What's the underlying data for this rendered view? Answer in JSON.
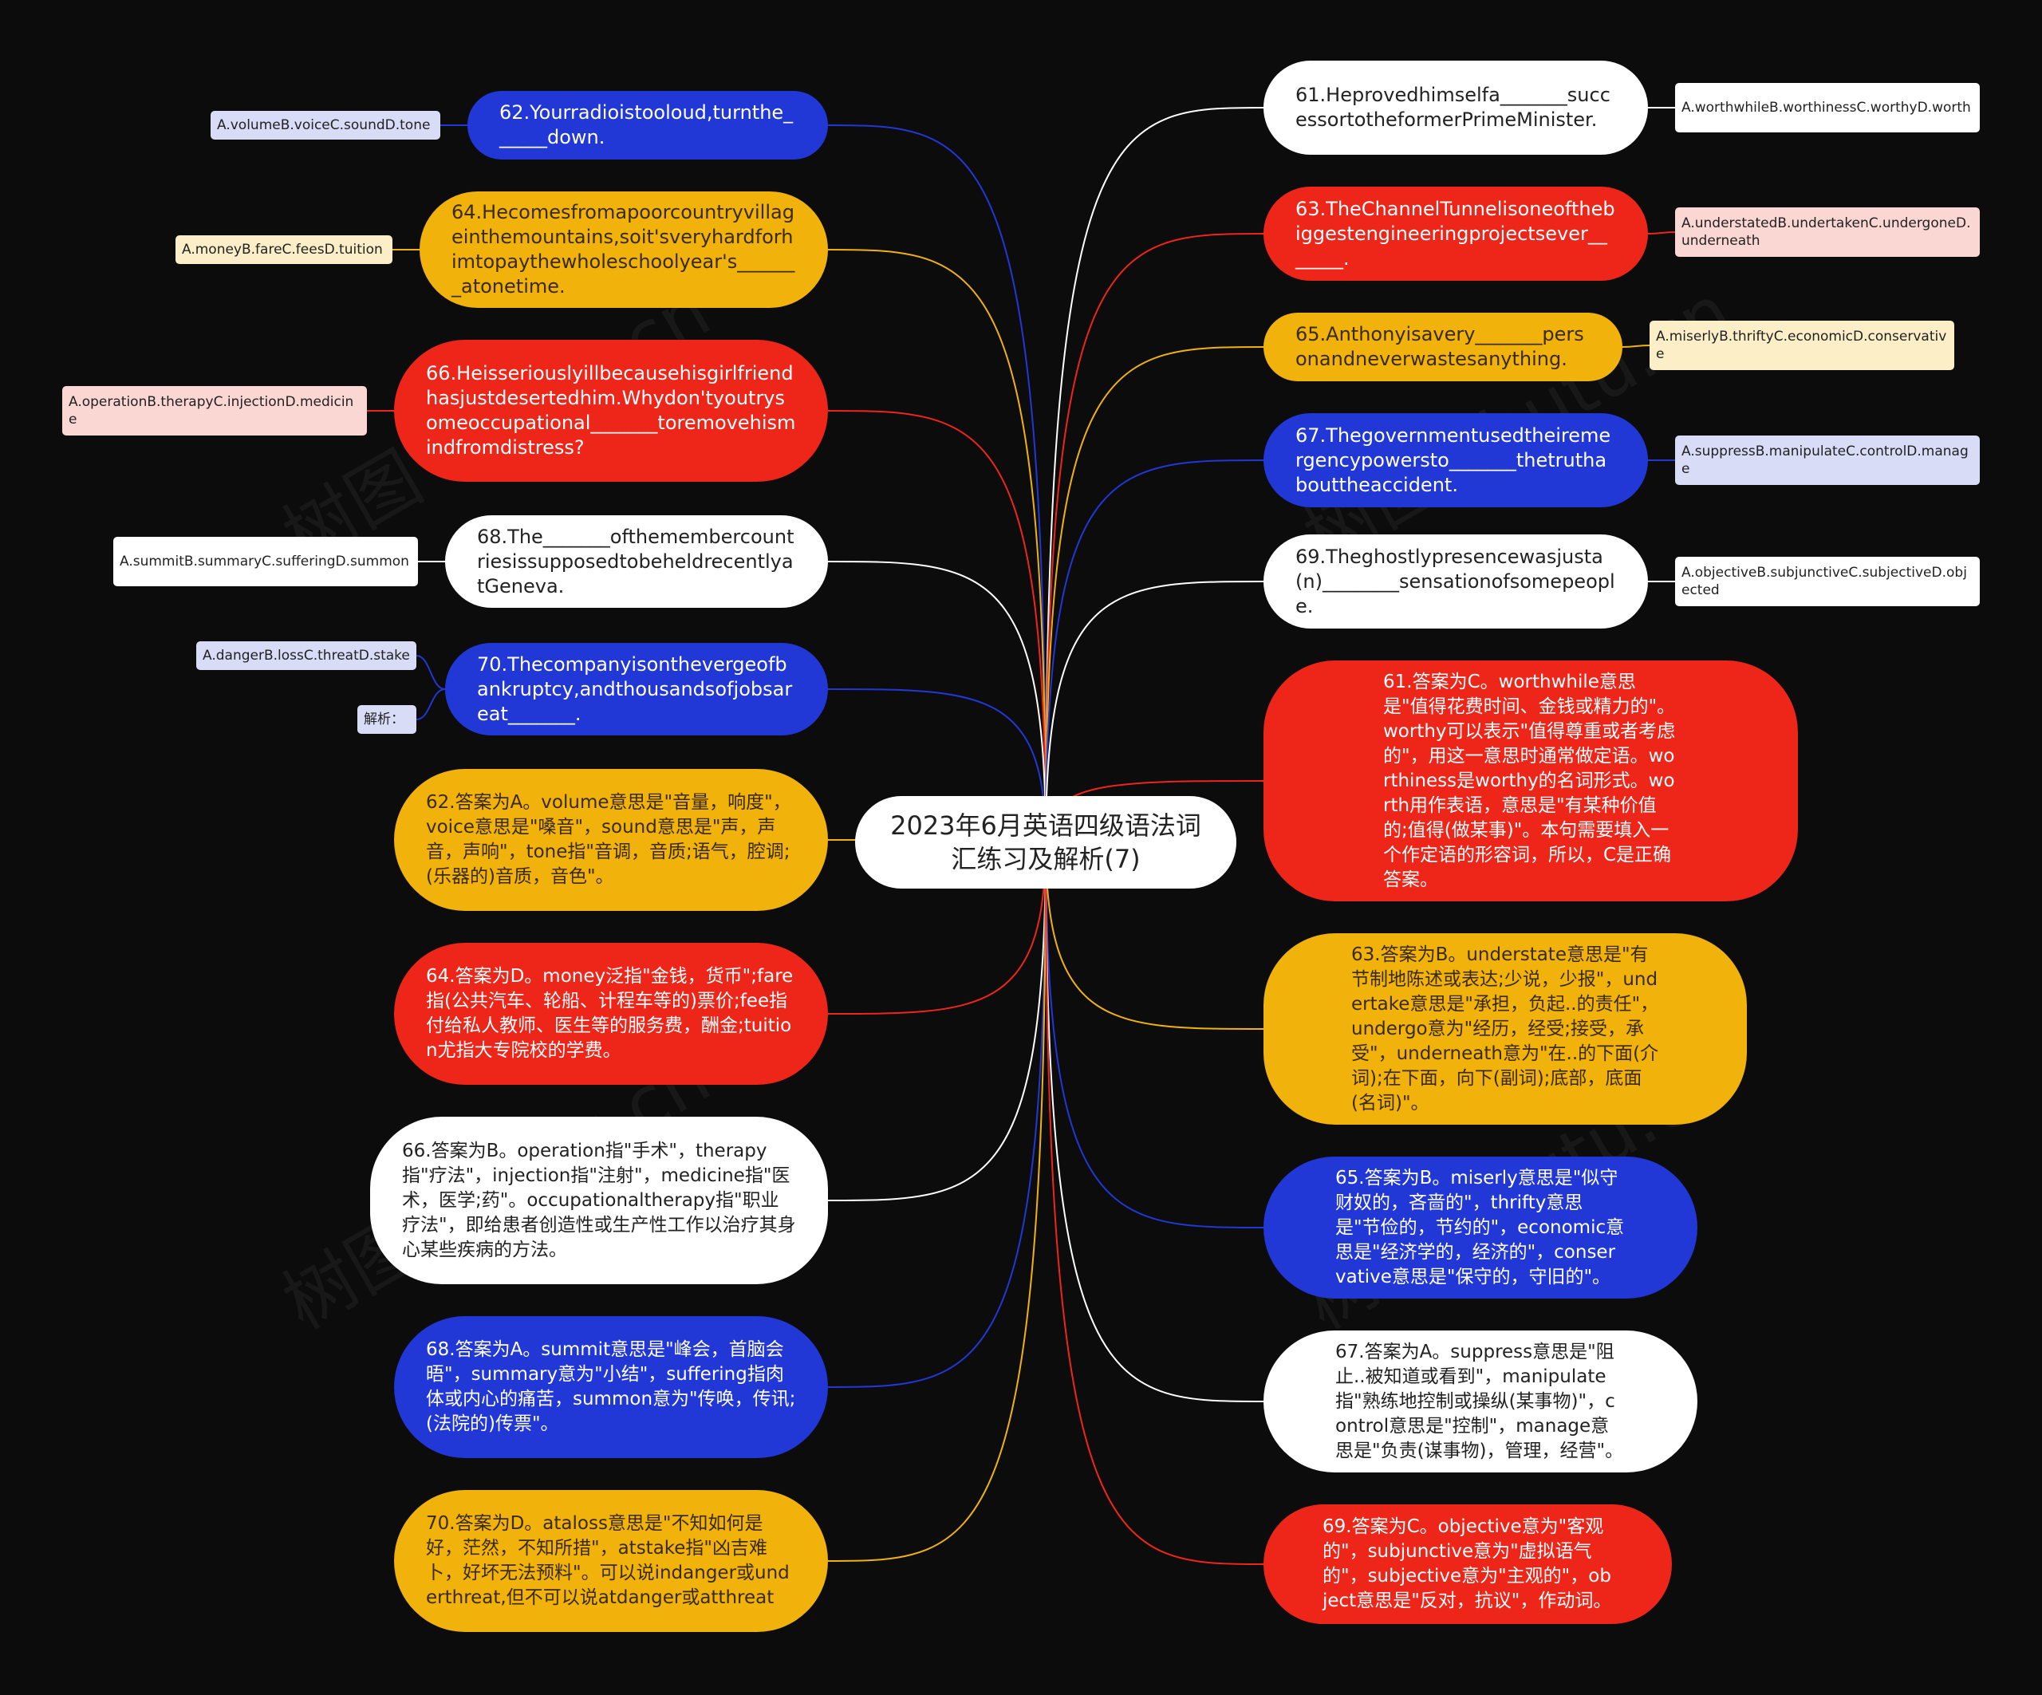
{
  "title": "2023年6月英语四级语法词汇练习及解析(7)",
  "colors": {
    "blue": "#2137d6",
    "yellow": "#f0b20b",
    "red": "#ee2619",
    "white": "#ffffff",
    "background": "#0c0c0c"
  },
  "questions": {
    "q61": "61.Heprovedhimselfa_______successortotheformerPrimeMinister.",
    "q62": "62.Yourradioistooloud,turnthe______down.",
    "q63": "63.TheChannelTunnelisoneofthebiggestengineeringprojectsever_______.",
    "q64": "64.Hecomesfromapoorcountryvillageinthemountains,soit'sveryhardforhimtopaythewholeschoolyear's_______atonetime.",
    "q65": "65.Anthonyisavery_______personandneverwastesanything.",
    "q66": "66.Heisseriouslyillbecausehisgirlfriendhasjustdesertedhim.Whydon'tyoutrysomeoccupational_______toremovehismindfromdistress?",
    "q67": "67.Thegovernmentusedtheiremergencypowersto_______thetruthabouttheaccident.",
    "q68": "68.The_______ofthemembercountriesissupposedtobeheldrecentlyatGeneva.",
    "q69": "69.Theghostlypresencewasjusta(n)________sensationofsomepeople.",
    "q70": "70.Thecompanyisonthevergeofbankruptcy,andthousandsofjobsareat_______."
  },
  "options": {
    "o61": "A.worthwhileB.worthinessC.worthyD.worth",
    "o62": "A.volumeB.voiceC.soundD.tone",
    "o63": "A.understatedB.undertakenC.undergoneD.underneath",
    "o64": "A.moneyB.fareC.feesD.tuition",
    "o65": "A.miserlyB.thriftyC.economicD.conservative",
    "o66": "A.operationB.therapyC.injectionD.medicine",
    "o67": "A.suppressB.manipulateC.controlD.manage",
    "o68": "A.summitB.summaryC.sufferingD.summon",
    "o69": "A.objectiveB.subjunctiveC.subjectiveD.objected",
    "o70": "A.dangerB.lossC.threatD.stake",
    "jiexi": "解析："
  },
  "answers": {
    "a61": "61.答案为C。worthwhile意思是\"值得花费时间、金钱或精力的\"。worthy可以表示\"值得尊重或者考虑的\"，用这一意思时通常做定语。worthiness是worthy的名词形式。worth用作表语，意思是\"有某种价值的;值得(做某事)\"。本句需要填入一个作定语的形容词，所以，C是正确答案。",
    "a62": "62.答案为A。volume意思是\"音量，响度\"，voice意思是\"嗓音\"，sound意思是\"声，声音，声响\"，tone指\"音调，音质;语气，腔调;(乐器的)音质，音色\"。",
    "a63": "63.答案为B。understate意思是\"有节制地陈述或表达;少说，少报\"，undertake意思是\"承担，负起..的责任\"，undergo意为\"经历，经受;接受，承受\"，underneath意为\"在..的下面(介词);在下面，向下(副词);底部，底面(名词)\"。",
    "a64": "64.答案为D。money泛指\"金钱，货币\";fare指(公共汽车、轮船、计程车等的)票价;fee指付给私人教师、医生等的服务费，酬金;tuition尤指大专院校的学费。",
    "a65": "65.答案为B。miserly意思是\"似守财奴的，吝啬的\"，thrifty意思是\"节俭的，节约的\"，economic意思是\"经济学的，经济的\"，conservative意思是\"保守的，守旧的\"。",
    "a66": "66.答案为B。operation指\"手术\"，therapy指\"疗法\"，injection指\"注射\"，medicine指\"医术，医学;药\"。occupationaltherapy指\"职业疗法\"，即给患者创造性或生产性工作以治疗其身心某些疾病的方法。",
    "a67": "67.答案为A。suppress意思是\"阻止..被知道或看到\"，manipulate指\"熟练地控制或操纵(某事物)\"，control意思是\"控制\"，manage意思是\"负责(谋事物)，管理，经营\"。",
    "a68": "68.答案为A。summit意思是\"峰会，首脑会晤\"，summary意为\"小结\"，suffering指肉体或内心的痛苦，summon意为\"传唤，传讯;(法院的)传票\"。",
    "a69": "69.答案为C。objective意为\"客观的\"，subjunctive意为\"虚拟语气的\"，subjective意为\"主观的\"，object意思是\"反对，抗议\"，作动词。",
    "a70": "70.答案为D。ataloss意思是\"不知如何是好，茫然，不知所措\"，atstake指\"凶吉难卜，好坏无法预料\"。可以说indanger或underthreat,但不可以说atdanger或atthreat"
  }
}
